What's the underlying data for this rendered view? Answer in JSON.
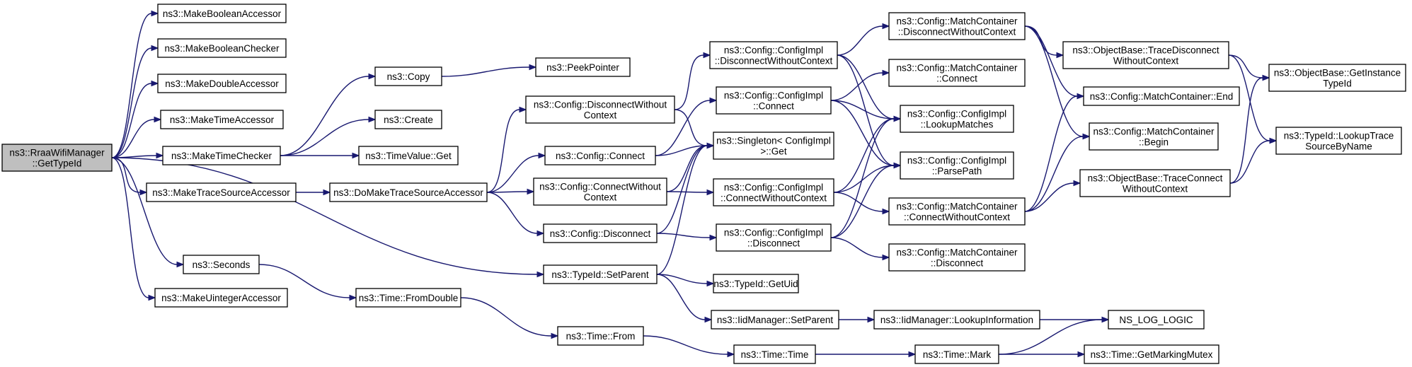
{
  "graph": {
    "nodes": [
      {
        "id": "root",
        "lines": [
          "ns3::RraaWifiManager",
          "::GetTypeId"
        ],
        "root": true
      },
      {
        "id": "mba",
        "lines": [
          "ns3::MakeBooleanAccessor"
        ]
      },
      {
        "id": "mbc",
        "lines": [
          "ns3::MakeBooleanChecker"
        ]
      },
      {
        "id": "mda",
        "lines": [
          "ns3::MakeDoubleAccessor"
        ]
      },
      {
        "id": "mta",
        "lines": [
          "ns3::MakeTimeAccessor"
        ]
      },
      {
        "id": "mtc",
        "lines": [
          "ns3::MakeTimeChecker"
        ]
      },
      {
        "id": "mtsa",
        "lines": [
          "ns3::MakeTraceSourceAccessor"
        ]
      },
      {
        "id": "sec",
        "lines": [
          "ns3::Seconds"
        ]
      },
      {
        "id": "mua",
        "lines": [
          "ns3::MakeUintegerAccessor"
        ]
      },
      {
        "id": "copy",
        "lines": [
          "ns3::Copy"
        ]
      },
      {
        "id": "create",
        "lines": [
          "ns3::Create"
        ]
      },
      {
        "id": "tvget",
        "lines": [
          "ns3::TimeValue::Get"
        ]
      },
      {
        "id": "peek",
        "lines": [
          "ns3::PeekPointer"
        ]
      },
      {
        "id": "dmtsa",
        "lines": [
          "ns3::DoMakeTraceSourceAccessor"
        ]
      },
      {
        "id": "tfd",
        "lines": [
          "ns3::Time::FromDouble"
        ]
      },
      {
        "id": "tfrom",
        "lines": [
          "ns3::Time::From"
        ]
      },
      {
        "id": "cdwc",
        "lines": [
          "ns3::Config::DisconnectWithout",
          "Context"
        ]
      },
      {
        "id": "cconn",
        "lines": [
          "ns3::Config::Connect"
        ]
      },
      {
        "id": "ccwc",
        "lines": [
          "ns3::Config::ConnectWithout",
          "Context"
        ]
      },
      {
        "id": "cdis",
        "lines": [
          "ns3::Config::Disconnect"
        ]
      },
      {
        "id": "tisp",
        "lines": [
          "ns3::TypeId::SetParent"
        ]
      },
      {
        "id": "cidwc",
        "lines": [
          "ns3::Config::ConfigImpl",
          "::DisconnectWithoutContext"
        ]
      },
      {
        "id": "cic",
        "lines": [
          "ns3::Config::ConfigImpl",
          "::Connect"
        ]
      },
      {
        "id": "sget",
        "lines": [
          "ns3::Singleton< ConfigImpl",
          " >::Get"
        ]
      },
      {
        "id": "cicwc",
        "lines": [
          "ns3::Config::ConfigImpl",
          "::ConnectWithoutContext"
        ]
      },
      {
        "id": "cid",
        "lines": [
          "ns3::Config::ConfigImpl",
          "::Disconnect"
        ]
      },
      {
        "id": "tiuid",
        "lines": [
          "ns3::TypeId::GetUid"
        ]
      },
      {
        "id": "iisp",
        "lines": [
          "ns3::IidManager::SetParent"
        ]
      },
      {
        "id": "ttime",
        "lines": [
          "ns3::Time::Time"
        ]
      },
      {
        "id": "mcdwc",
        "lines": [
          "ns3::Config::MatchContainer",
          "::DisconnectWithoutContext"
        ]
      },
      {
        "id": "mcc",
        "lines": [
          "ns3::Config::MatchContainer",
          "::Connect"
        ]
      },
      {
        "id": "cilm",
        "lines": [
          "ns3::Config::ConfigImpl",
          "::LookupMatches"
        ]
      },
      {
        "id": "cipp",
        "lines": [
          "ns3::Config::ConfigImpl",
          "::ParsePath"
        ]
      },
      {
        "id": "mccwc",
        "lines": [
          "ns3::Config::MatchContainer",
          "::ConnectWithoutContext"
        ]
      },
      {
        "id": "mcd",
        "lines": [
          "ns3::Config::MatchContainer",
          "::Disconnect"
        ]
      },
      {
        "id": "iili",
        "lines": [
          "ns3::IidManager::LookupInformation"
        ]
      },
      {
        "id": "tmark",
        "lines": [
          "ns3::Time::Mark"
        ]
      },
      {
        "id": "obtdwc",
        "lines": [
          "ns3::ObjectBase::TraceDisconnect",
          "WithoutContext"
        ]
      },
      {
        "id": "mcend",
        "lines": [
          "ns3::Config::MatchContainer::End"
        ]
      },
      {
        "id": "mcbegin",
        "lines": [
          "ns3::Config::MatchContainer",
          "::Begin"
        ]
      },
      {
        "id": "obtcwc",
        "lines": [
          "ns3::ObjectBase::TraceConnect",
          "WithoutContext"
        ]
      },
      {
        "id": "nslog",
        "lines": [
          "NS_LOG_LOGIC"
        ]
      },
      {
        "id": "tgmm",
        "lines": [
          "ns3::Time::GetMarkingMutex"
        ]
      },
      {
        "id": "obgit",
        "lines": [
          "ns3::ObjectBase::GetInstance",
          "TypeId"
        ]
      },
      {
        "id": "tilts",
        "lines": [
          "ns3::TypeId::LookupTrace",
          "SourceByName"
        ]
      }
    ],
    "edges": [
      [
        "root",
        "mba"
      ],
      [
        "root",
        "mbc"
      ],
      [
        "root",
        "mda"
      ],
      [
        "root",
        "mta"
      ],
      [
        "root",
        "mtc"
      ],
      [
        "root",
        "mtsa"
      ],
      [
        "root",
        "sec"
      ],
      [
        "root",
        "mua"
      ],
      [
        "root",
        "tisp"
      ],
      [
        "mtc",
        "copy"
      ],
      [
        "mtc",
        "create"
      ],
      [
        "mtc",
        "tvget"
      ],
      [
        "copy",
        "peek"
      ],
      [
        "mtsa",
        "dmtsa"
      ],
      [
        "dmtsa",
        "cdwc"
      ],
      [
        "dmtsa",
        "cconn"
      ],
      [
        "dmtsa",
        "ccwc"
      ],
      [
        "dmtsa",
        "cdis"
      ],
      [
        "sec",
        "tfd"
      ],
      [
        "tfd",
        "tfrom"
      ],
      [
        "tfrom",
        "ttime"
      ],
      [
        "cdwc",
        "cidwc"
      ],
      [
        "cdwc",
        "sget"
      ],
      [
        "cconn",
        "cic"
      ],
      [
        "cconn",
        "sget"
      ],
      [
        "ccwc",
        "cicwc"
      ],
      [
        "ccwc",
        "sget"
      ],
      [
        "cdis",
        "cid"
      ],
      [
        "cdis",
        "sget"
      ],
      [
        "tisp",
        "sget"
      ],
      [
        "tisp",
        "tiuid"
      ],
      [
        "tisp",
        "iisp"
      ],
      [
        "iisp",
        "iili"
      ],
      [
        "iili",
        "nslog"
      ],
      [
        "ttime",
        "tmark"
      ],
      [
        "tmark",
        "nslog"
      ],
      [
        "tmark",
        "tgmm"
      ],
      [
        "cidwc",
        "mcdwc"
      ],
      [
        "cidwc",
        "cilm"
      ],
      [
        "cidwc",
        "cipp"
      ],
      [
        "cic",
        "mcc"
      ],
      [
        "cic",
        "cilm"
      ],
      [
        "cic",
        "cipp"
      ],
      [
        "cicwc",
        "cilm"
      ],
      [
        "cicwc",
        "cipp"
      ],
      [
        "cicwc",
        "mccwc"
      ],
      [
        "cid",
        "cilm"
      ],
      [
        "cid",
        "cipp"
      ],
      [
        "cid",
        "mcd"
      ],
      [
        "mcdwc",
        "obtdwc"
      ],
      [
        "mcdwc",
        "mcend"
      ],
      [
        "mcdwc",
        "mcbegin"
      ],
      [
        "mccwc",
        "mcend"
      ],
      [
        "mccwc",
        "mcbegin"
      ],
      [
        "mccwc",
        "obtcwc"
      ],
      [
        "obtdwc",
        "obgit"
      ],
      [
        "obtdwc",
        "tilts"
      ],
      [
        "obtcwc",
        "obgit"
      ],
      [
        "obtcwc",
        "tilts"
      ]
    ]
  }
}
